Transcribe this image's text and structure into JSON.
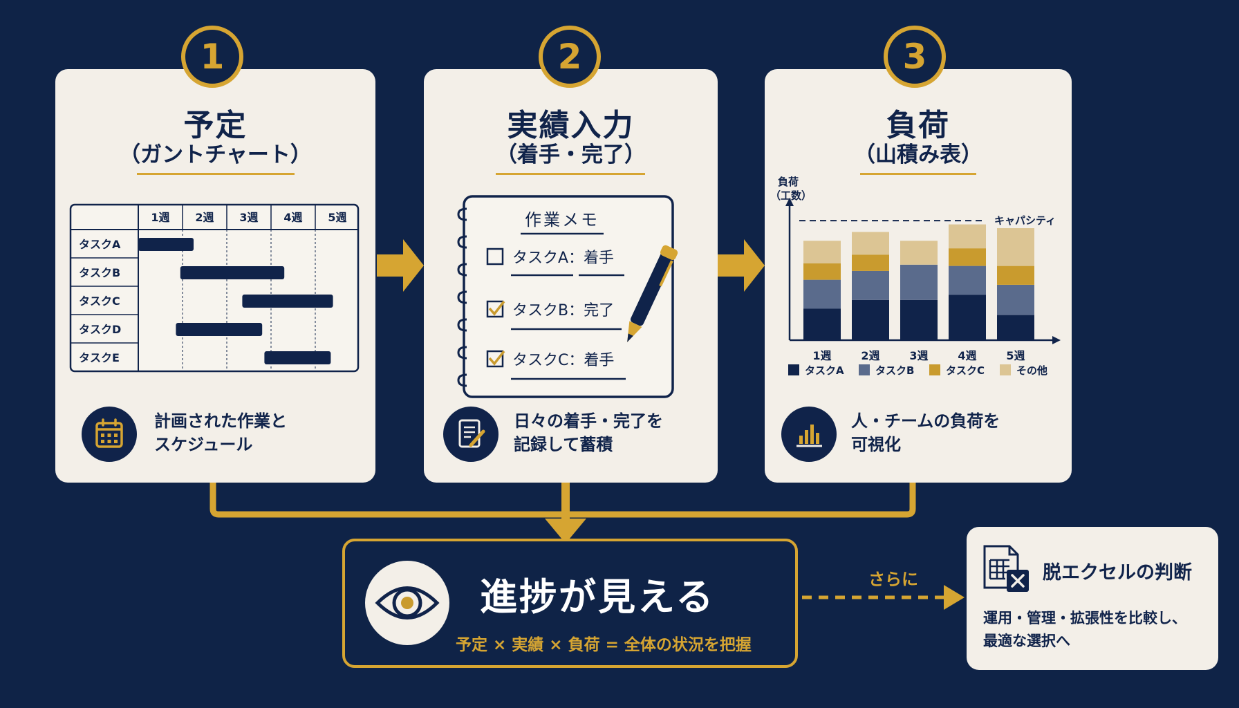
{
  "steps": [
    {
      "number": "1",
      "title": "予定",
      "subtitle": "（ガントチャート）",
      "description_lines": [
        "計画された作業と",
        "スケジュール"
      ],
      "icon": "calendar-icon"
    },
    {
      "number": "2",
      "title": "実績入力",
      "subtitle": "（着手・完了）",
      "description_lines": [
        "日々の着手・完了を",
        "記録して蓄積"
      ],
      "icon": "document-edit-icon"
    },
    {
      "number": "3",
      "title": "負荷",
      "subtitle": "（山積み表）",
      "description_lines": [
        "人・チームの負荷を",
        "可視化"
      ],
      "icon": "bar-chart-icon"
    }
  ],
  "gantt": {
    "weeks": [
      "1週",
      "2週",
      "3週",
      "4週",
      "5週"
    ],
    "tasks": [
      {
        "name": "タスクA",
        "start": 1.0,
        "end": 2.25
      },
      {
        "name": "タスクB",
        "start": 1.95,
        "end": 4.3
      },
      {
        "name": "タスクC",
        "start": 3.35,
        "end": 5.4
      },
      {
        "name": "タスクD",
        "start": 1.85,
        "end": 3.8
      },
      {
        "name": "タスクE",
        "start": 3.85,
        "end": 5.35
      }
    ]
  },
  "memo": {
    "title": "作業メモ",
    "items": [
      {
        "label": "タスクA：着手",
        "checked": false
      },
      {
        "label": "タスクB：完了",
        "checked": true
      },
      {
        "label": "タスクC：着手",
        "checked": true
      }
    ]
  },
  "chart_data": {
    "type": "bar",
    "stacked": true,
    "ylabel_lines": [
      "負荷",
      "（工数）"
    ],
    "capacity_label": "キャパシティ",
    "categories": [
      "1週",
      "2週",
      "3週",
      "4週",
      "5週"
    ],
    "ylim": [
      0,
      10
    ],
    "capacity": 9.5,
    "series": [
      {
        "name": "タスクA",
        "color": "#10234a",
        "values": [
          2.5,
          3.2,
          3.2,
          3.6,
          2.0
        ]
      },
      {
        "name": "タスクB",
        "color": "#5a6b8c",
        "values": [
          2.3,
          2.3,
          2.8,
          2.3,
          2.4
        ]
      },
      {
        "name": "タスクC",
        "color": "#c99b2e",
        "values": [
          1.3,
          1.3,
          0,
          1.4,
          1.5
        ]
      },
      {
        "name": "その他",
        "color": "#dcc594",
        "values": [
          1.8,
          1.8,
          1.9,
          1.9,
          3.0
        ]
      }
    ],
    "legend": "bottom"
  },
  "center": {
    "title": "進捗が見える",
    "formula": "予定 × 実績 × 負荷 = 全体の状況を把握",
    "icon": "eye-icon"
  },
  "further": {
    "label": "さらに",
    "title": "脱エクセルの判断",
    "description_lines": [
      "運用・管理・拡張性を比較し、",
      "最適な選択へ"
    ],
    "icon": "spreadsheet-x-icon"
  },
  "colors": {
    "background": "#0f2347",
    "card": "#f3efe8",
    "accent_gold": "#d6a532",
    "navy": "#10234a"
  }
}
